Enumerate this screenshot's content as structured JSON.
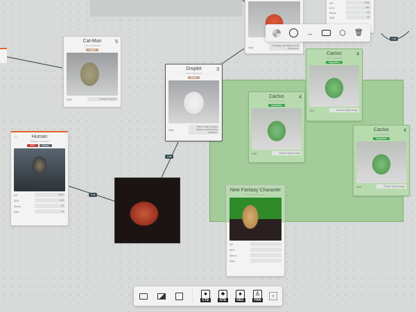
{
  "cards": {
    "catman": {
      "title": "Cat-Man",
      "subtitle": "Cute Character",
      "badge": "Agility",
      "number": "5",
      "skill_label": "Skill",
      "skill": "Knows Kung Fu"
    },
    "droplet": {
      "title": "Droplet",
      "subtitle": "Cute Character",
      "badge": "Water",
      "number": "3",
      "skill_label": "Skill",
      "skill": "Tries to use a super attack and flood the universe."
    },
    "human": {
      "title": "Human",
      "subtitle": "Fantasy Character",
      "badges": [
        "RPG",
        "Armor"
      ],
      "stats": [
        {
          "label": "HP",
          "value": "1000"
        },
        {
          "label": "ATK",
          "value": "404"
        },
        {
          "label": "Mana",
          "value": "23"
        },
        {
          "label": "Skill",
          "value": "44"
        }
      ]
    },
    "carrot": {
      "skill_label": "Skill",
      "skill": "Knowing, and will go out of the ground."
    },
    "topstats": {
      "stats": [
        {
          "label": "HP",
          "value": "1000"
        },
        {
          "label": "ATK",
          "value": "404"
        },
        {
          "label": "Mana",
          "value": "23"
        },
        {
          "label": "Skill",
          "value": "44"
        }
      ]
    },
    "cactus": {
      "title": "Cactus",
      "subtitle": "Cute Character",
      "badge": "Vegetation",
      "number": "4",
      "skill_label": "Skill",
      "skill": "Shoots Spiky things"
    },
    "newchar": {
      "title": "New Fantasy Character",
      "subtitle": "Fantasy Character",
      "stats": [
        {
          "label": "HP"
        },
        {
          "label": "ATK"
        },
        {
          "label": "Mana"
        },
        {
          "label": "Skill"
        }
      ]
    }
  },
  "edges": [
    "Link",
    "Link",
    "Link"
  ],
  "bottom_toolbar": {
    "tags": [
      "CTE",
      "STE",
      "DEC",
      "FAN"
    ]
  }
}
